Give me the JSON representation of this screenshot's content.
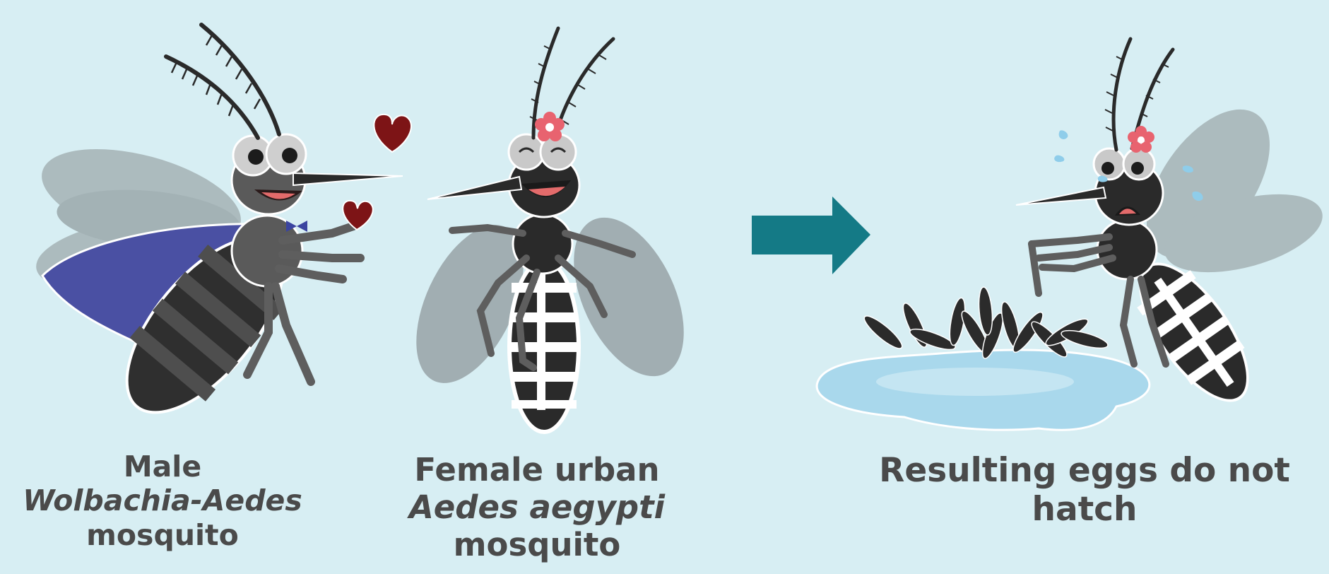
{
  "captions": {
    "male": {
      "line1": "Male",
      "line2": "Wolbachia-Aedes",
      "line3": "mosquito"
    },
    "female": {
      "line1": "Female urban",
      "line2": "Aedes aegypti",
      "line3": "mosquito"
    },
    "result": {
      "text": "Resulting eggs do not hatch"
    }
  },
  "colors": {
    "background": "#d7eef3",
    "arrow": "#147a86",
    "cape": "#4a50a3",
    "heart": "#7d1416",
    "flower": "#e8636f",
    "water": "#a9d8ec",
    "text": "#4a4a4a"
  },
  "icons": [
    "heart-icon",
    "flower-icon",
    "arrow-right-icon",
    "egg-icon",
    "teardrop-icon"
  ]
}
